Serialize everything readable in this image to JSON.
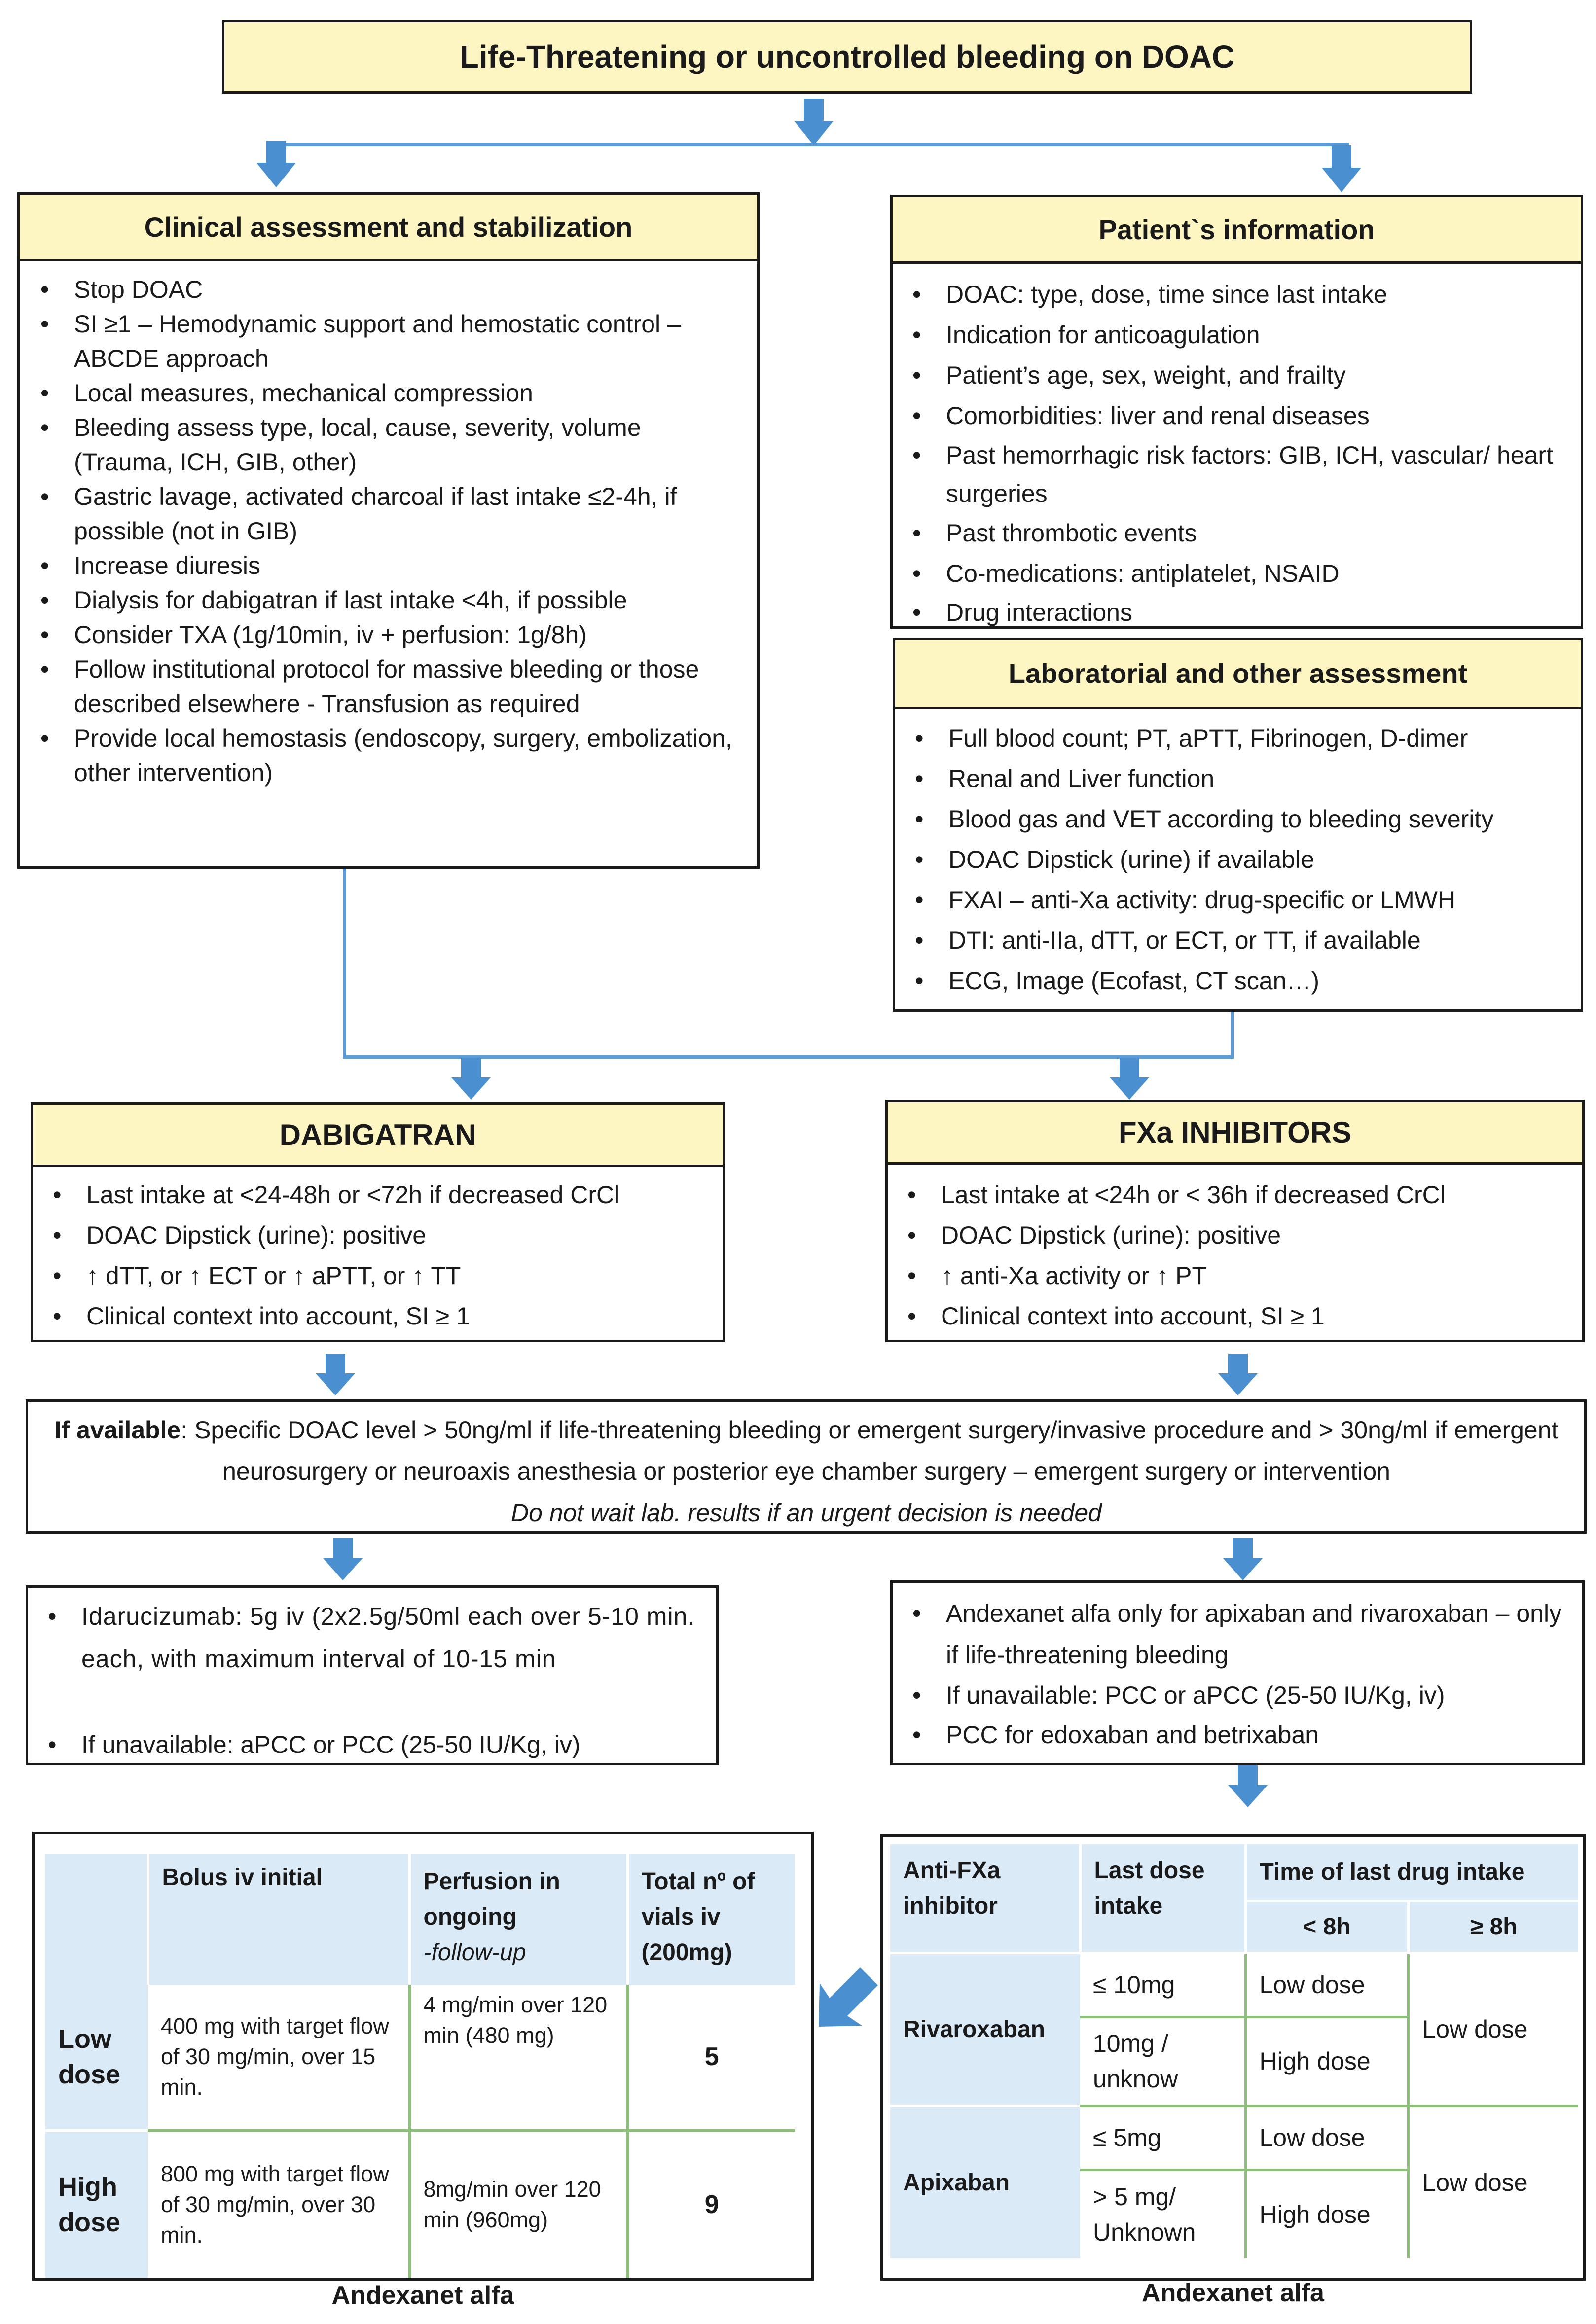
{
  "title": "Life-Threatening or uncontrolled bleeding on DOAC",
  "clinical": {
    "title": "Clinical assessment and stabilization",
    "items": [
      "Stop DOAC",
      "SI ≥1 – Hemodynamic support and hemostatic control – ABCDE approach",
      "Local measures, mechanical compression",
      "Bleeding assess type, local, cause, severity, volume (Trauma, ICH, GIB, other)",
      "Gastric lavage, activated charcoal if last intake ≤2-4h, if possible (not in GIB)",
      "Increase diuresis",
      "Dialysis for dabigatran if last intake <4h, if possible",
      "Consider TXA (1g/10min, iv + perfusion: 1g/8h)",
      "Follow institutional protocol for massive bleeding or those described elsewhere - Transfusion as required",
      "Provide local hemostasis (endoscopy, surgery, embolization, other intervention)"
    ]
  },
  "patient": {
    "title": "Patient`s information",
    "items": [
      "DOAC: type, dose, time since last intake",
      "Indication for anticoagulation",
      "Patient’s age, sex, weight, and frailty",
      "Comorbidities: liver and renal diseases",
      "Past hemorrhagic risk factors: GIB, ICH, vascular/ heart surgeries",
      "Past thrombotic events",
      "Co-medications: antiplatelet, NSAID",
      "Drug interactions"
    ]
  },
  "lab": {
    "title": "Laboratorial and other assessment",
    "items": [
      "Full blood count; PT, aPTT, Fibrinogen, D-dimer",
      "Renal and Liver function",
      "Blood gas and VET according to bleeding severity",
      "DOAC Dipstick (urine) if available",
      "FXAI – anti-Xa activity: drug-specific or LMWH",
      "DTI: anti-IIa, dTT, or ECT, or TT, if available",
      "ECG, Image (Ecofast, CT scan…)"
    ]
  },
  "dabigatran": {
    "title": "DABIGATRAN",
    "items": [
      "Last intake at <24-48h or <72h if decreased CrCl",
      "DOAC Dipstick (urine): positive",
      "↑ dTT, or ↑ ECT or ↑ aPTT, or ↑ TT",
      "Clinical context into account, SI ≥ 1"
    ]
  },
  "fxa": {
    "title": "FXa INHIBITORS",
    "items": [
      "Last intake at <24h or < 36h if decreased CrCl",
      "DOAC Dipstick (urine): positive",
      "↑ anti-Xa activity  or ↑ PT",
      "Clinical context into account,  SI ≥ 1"
    ]
  },
  "available": {
    "bold": "If available",
    "text": ": Specific DOAC level > 50ng/ml if life-threatening bleeding or emergent surgery/invasive procedure and > 30ng/ml if emergent neurosurgery or neuroaxis anesthesia or posterior eye chamber surgery – emergent surgery or intervention",
    "note": "Do not wait lab. results if an urgent decision is needed"
  },
  "dabi_treat": {
    "items": [
      "Idarucizumab: 5g iv (2x2.5g/50ml each over 5-10 min. each, with maximum interval of 10-15 min",
      "If unavailable: aPCC or PCC (25-50 IU/Kg, iv)"
    ]
  },
  "fxa_treat": {
    "items": [
      "Andexanet alfa only for apixaban and rivaroxaban – only if life-threatening bleeding",
      "If unavailable: PCC or aPCC (25-50 IU/Kg, iv)",
      "PCC for edoxaban and betrixaban"
    ]
  },
  "dose_table": {
    "headers": [
      "Bolus iv initial",
      "Perfusion in ongoing",
      "-follow-up",
      "Total nº of vials iv (200mg)"
    ],
    "rows": [
      {
        "label": "Low dose",
        "bolus": "400 mg with target flow of 30 mg/min, over 15 min.",
        "perfusion": "4 mg/min over 120 min (480 mg)",
        "vials": "5"
      },
      {
        "label": "High dose",
        "bolus": "800 mg with target flow of 30 mg/min, over 30 min.",
        "perfusion": "8mg/min over 120 min (960mg)",
        "vials": "9"
      }
    ],
    "caption": "Andexanet alfa"
  },
  "choice_table": {
    "headers": {
      "inhibitor": "Anti-FXa inhibitor",
      "last_dose": "Last dose intake",
      "time": "Time of last drug intake",
      "lt8": "< 8h",
      "ge8": "≥ 8h"
    },
    "rivaroxaban": {
      "name": "Rivaroxaban",
      "d1": "≤ 10mg",
      "d1_lt8": "Low dose",
      "d2": "10mg / unknow",
      "d2_lt8": "High dose",
      "ge8": "Low dose"
    },
    "apixaban": {
      "name": "Apixaban",
      "d1": "≤ 5mg",
      "d1_lt8": "Low dose",
      "d2": "> 5 mg/ Unknown",
      "d2_lt8": "High dose",
      "ge8": "Low dose"
    },
    "caption": "Andexanet alfa"
  },
  "colors": {
    "header_fill": "#fdf6c3",
    "arrow": "#4a8fd0",
    "table_fill": "#daeaf7",
    "table_line": "#8cbf7a"
  }
}
